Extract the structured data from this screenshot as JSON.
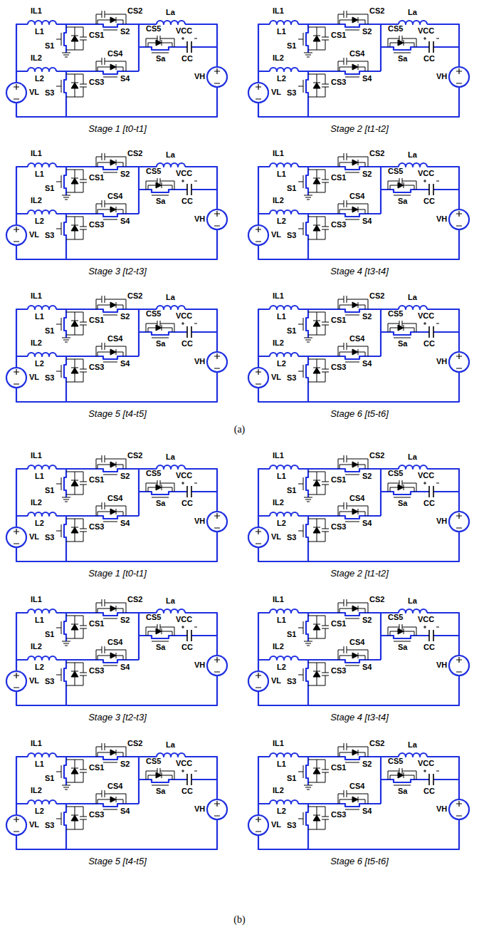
{
  "diagram": {
    "labels": [
      "IL1",
      "L1",
      "S1",
      "CS1",
      "IL2",
      "L2",
      "S3",
      "CS3",
      "CS2",
      "S2",
      "CS4",
      "S4",
      "La",
      "CS5",
      "Sa",
      "VCC",
      "CC",
      "VL",
      "VH",
      "Stage 1 [t0-t1]",
      "IL1",
      "L1",
      "S1",
      "CS1",
      "IL2",
      "L2",
      "S3",
      "CS3",
      "CS2",
      "S2",
      "CS4",
      "S4",
      "La",
      "CS5",
      "Sa",
      "VCC",
      "CC",
      "VL",
      "VH",
      "Stage 2 [t1-t2]",
      "IL1",
      "L1",
      "S1",
      "CS1",
      "IL2",
      "L2",
      "S3",
      "CS3",
      "CS2",
      "S2",
      "CS4",
      "S4",
      "La",
      "CS5",
      "Sa",
      "VCC",
      "CC",
      "VL",
      "VH",
      "Stage 3 [t2-t3]",
      "IL1",
      "L1",
      "S1",
      "CS1",
      "IL2",
      "L2",
      "S3",
      "CS3",
      "CS2",
      "S2",
      "CS4",
      "S4",
      "La",
      "CS5",
      "Sa",
      "VCC",
      "CC",
      "VL",
      "VH",
      "Stage 4 [t3-t4]",
      "IL1",
      "L1",
      "S1",
      "CS1",
      "IL2",
      "L2",
      "S3",
      "CS3",
      "CS2",
      "S2",
      "CS4",
      "S4",
      "La",
      "CS5",
      "Sa",
      "VCC",
      "CC",
      "VL",
      "VH",
      "Stage 5 [t4-t5]",
      "IL1",
      "L1",
      "S1",
      "CS1",
      "IL2",
      "L2",
      "S3",
      "CS3",
      "CS2",
      "S2",
      "CS4",
      "S4",
      "La",
      "CS5",
      "Sa",
      "VCC",
      "CC",
      "VL",
      "VH",
      "Stage 6 [t5-t6]",
      "(a)",
      "IL1",
      "L1",
      "S1",
      "CS1",
      "IL2",
      "L2",
      "S3",
      "CS3",
      "CS2",
      "S2",
      "CS4",
      "S4",
      "La",
      "CS5",
      "Sa",
      "VCC",
      "CC",
      "VL",
      "VH",
      "Stage 1 [t0-t1]",
      "IL1",
      "L1",
      "S1",
      "CS1",
      "IL2",
      "L2",
      "S3",
      "CS3",
      "CS2",
      "S2",
      "CS4",
      "S4",
      "La",
      "CS5",
      "Sa",
      "VCC",
      "CC",
      "VL",
      "VH",
      "Stage 2 [t1-t2]",
      "IL1",
      "L1",
      "S1",
      "CS1",
      "IL2",
      "L2",
      "S3",
      "CS3",
      "CS2",
      "S2",
      "CS4",
      "S4",
      "La",
      "CS5",
      "Sa",
      "VCC",
      "CC",
      "VL",
      "VH",
      "Stage 3 [t2-t3]",
      "IL1",
      "L1",
      "S1",
      "CS1",
      "IL2",
      "L2",
      "S3",
      "CS3",
      "CS2",
      "S2",
      "CS4",
      "S4",
      "La",
      "CS5",
      "Sa",
      "VCC",
      "CC",
      "VL",
      "VH",
      "Stage 4 [t3-t4]",
      "IL1",
      "L1",
      "S1",
      "CS1",
      "IL2",
      "L2",
      "S3",
      "CS3",
      "CS2",
      "S2",
      "CS4",
      "S4",
      "La",
      "CS5",
      "Sa",
      "VCC",
      "CC",
      "VL",
      "VH",
      "Stage 5 [t4-t5]",
      "IL1",
      "L1",
      "S1",
      "CS1",
      "IL2",
      "L2",
      "S3",
      "CS3",
      "CS2",
      "S2",
      "CS4",
      "S4",
      "La",
      "CS5",
      "Sa",
      "VCC",
      "CC",
      "VL",
      "VH",
      "Stage 6 [t5-t6]",
      "(b)"
    ]
  }
}
